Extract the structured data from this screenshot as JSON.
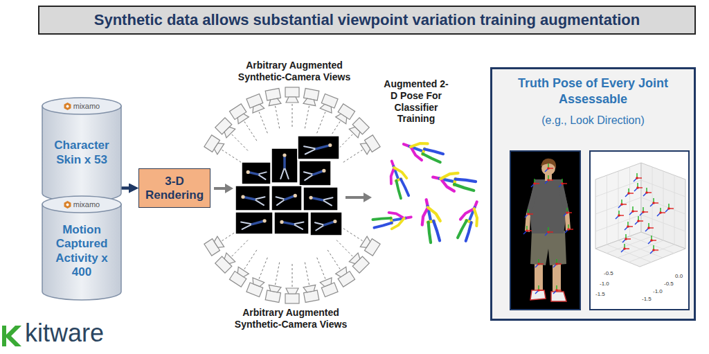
{
  "diagram": {
    "title": "Synthetic data allows substantial viewpoint variation training augmentation",
    "nodes": [
      {
        "text": [
          "mixamo",
          "Character Skin x 53"
        ]
      },
      {
        "text": [
          "mixamo",
          "Motion Captured Activity x 400"
        ]
      },
      {
        "text": [
          "3-D Rendering"
        ]
      },
      {
        "text": [
          "Truth Pose of Every Joint Assessable",
          "(e.g., Look Direction)"
        ]
      }
    ],
    "edges": [
      {
        "from": 0,
        "to": 2,
        "arrow": "to"
      },
      {
        "from": 1,
        "to": 2,
        "arrow": "to"
      }
    ],
    "labels": [
      "Arbitrary Augmented Synthetic-Camera Views",
      "Augmented 2-D Pose For Classifier Training",
      "Arbitrary Augmented Synthetic-Camera Views",
      "-0.5",
      "-1.0",
      "-1.5",
      "0.0",
      "-0.5",
      "-1.0",
      "-1.5",
      "kitware"
    ]
  }
}
